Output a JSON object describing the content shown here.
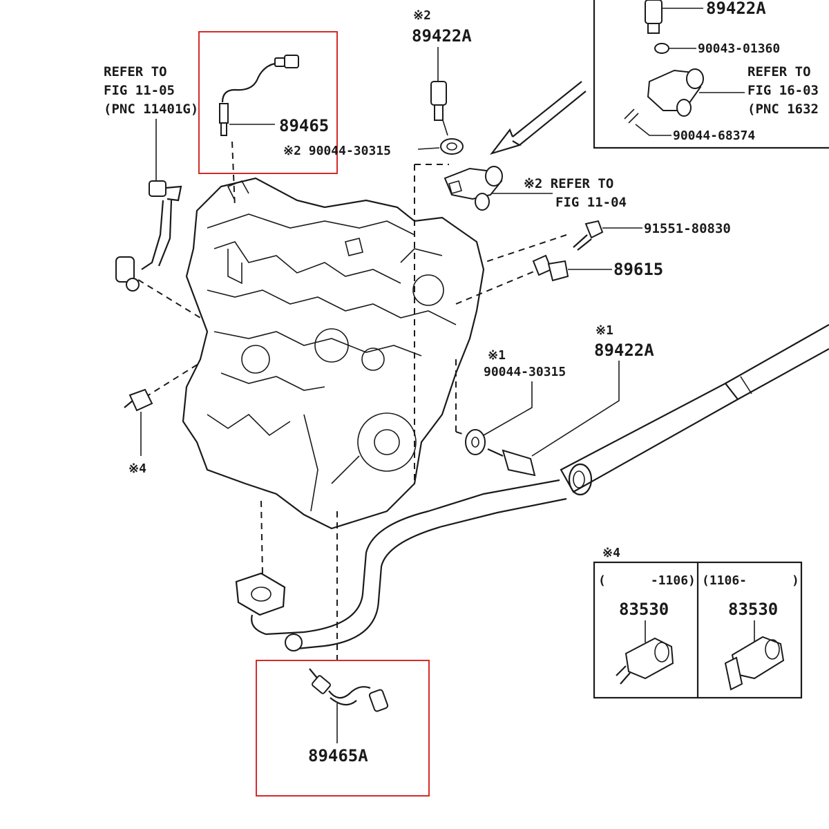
{
  "colors": {
    "line": "#1a1a1a",
    "highlight": "#d42a2a",
    "background": "#ffffff"
  },
  "callouts": {
    "top_sensor": "89465",
    "bottom_sensor": "89465A",
    "refer_left_line1": "REFER TO",
    "refer_left_line2": "FIG 11-05",
    "refer_left_line3": "(PNC 11401G)",
    "mark2_top": "※2",
    "temp_sensor_top": "89422A",
    "gasket_top": "※2 90044-30315",
    "refer_mid_line1": "※2 REFER TO",
    "refer_mid_line2": "FIG 11-04",
    "bolt": "91551-80830",
    "knock_sensor": "89615",
    "mark1_a": "※1",
    "temp_sensor_mid": "89422A",
    "mark1_b": "※1",
    "gasket_mid": "90044-30315",
    "mark4_left": "※4"
  },
  "inset_top": {
    "part_a": "89422A",
    "part_b": "90043-01360",
    "refer_line1": "REFER TO",
    "refer_line2": "FIG 16-03",
    "refer_line3": "(PNC 1632",
    "part_c": "90044-68374"
  },
  "inset_bottom": {
    "mark": "※4",
    "col1_range": "(      -1106)",
    "col1_part": "83530",
    "col2_range": "(1106-      )",
    "col2_part": "83530"
  }
}
